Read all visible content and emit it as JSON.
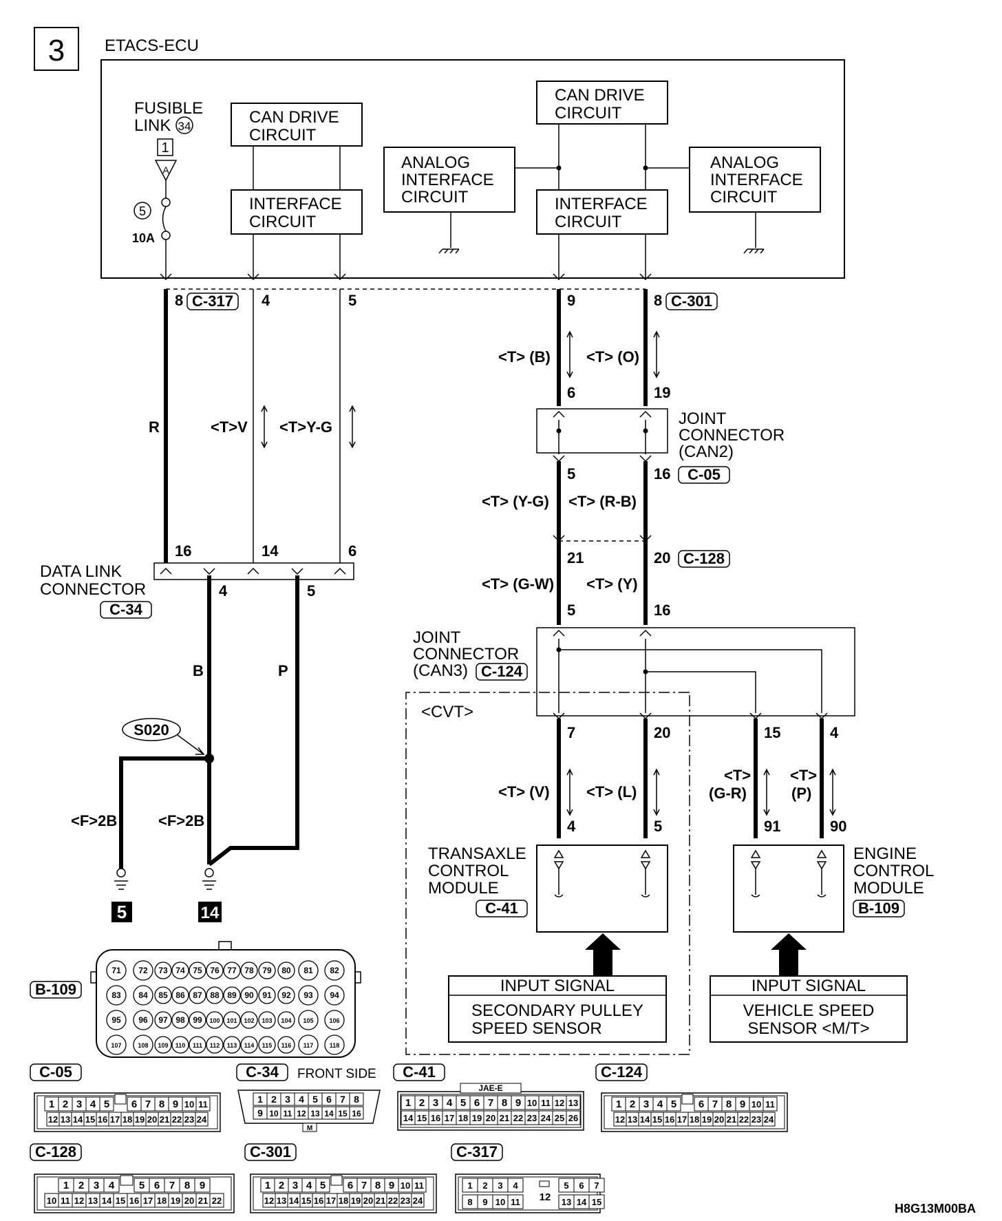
{
  "page_number": "3",
  "drawing_code": "H8G13M00BA",
  "ecu": {
    "title": "ETACS-ECU"
  },
  "fusible_link": {
    "line1": "FUSIBLE",
    "line2": "LINK",
    "number": "34",
    "box": "1",
    "fuse_no": "5",
    "rating": "10A"
  },
  "circuits": {
    "can_drive": [
      "CAN DRIVE",
      "CIRCUIT"
    ],
    "interface": [
      "INTERFACE",
      "CIRCUIT"
    ],
    "analog": [
      "ANALOG",
      "INTERFACE",
      "CIRCUIT"
    ]
  },
  "connectors": {
    "c317": "C-317",
    "c301": "C-301",
    "c05": "C-05",
    "c128": "C-128",
    "c124": "C-124",
    "c34": "C-34",
    "c41": "C-41",
    "b109": "B-109"
  },
  "pins": {
    "p8a": "8",
    "p4a": "4",
    "p5a": "5",
    "p9": "9",
    "p8b": "8",
    "p6": "6",
    "p19": "19",
    "p5b": "5",
    "p16": "16",
    "p21": "21",
    "p20": "20",
    "p5c": "5",
    "p16b": "16",
    "p16dl": "16",
    "p14dl": "14",
    "p6dl": "6",
    "p4dl": "4",
    "p5dl": "5",
    "p7": "7",
    "p20b": "20",
    "p15": "15",
    "p4b": "4",
    "p4tcm": "4",
    "p5tcm": "5",
    "p91": "91",
    "p90": "90"
  },
  "wires": {
    "r": "R",
    "tv": "<T>V",
    "tyg": "<T>Y-G",
    "tb": "<T> (B)",
    "to": "<T> (O)",
    "tyg2": "<T> (Y-G)",
    "trb": "<T> (R-B)",
    "tgw": "<T> (G-W)",
    "ty": "<T> (Y)",
    "b": "B",
    "p": "P",
    "tv2": "<T> (V)",
    "tl": "<T> (L)",
    "tgr1": "<T>",
    "tgr2": "(G-R)",
    "tp1": "<T>",
    "tp2": "(P)",
    "f2b": "<F>2B"
  },
  "joint_can2": [
    "JOINT",
    "CONNECTOR",
    "(CAN2)"
  ],
  "joint_can3": [
    "JOINT",
    "CONNECTOR",
    "(CAN3)"
  ],
  "data_link": [
    "DATA LINK",
    "CONNECTOR"
  ],
  "splice": "S020",
  "grounds": [
    "5",
    "14"
  ],
  "cvt": "<CVT>",
  "tcm": [
    "TRANSAXLE",
    "CONTROL",
    "MODULE"
  ],
  "ecm": [
    "ENGINE",
    "CONTROL",
    "MODULE"
  ],
  "input_signal": "INPUT SIGNAL",
  "sensor_left": [
    "SECONDARY PULLEY",
    "SPEED SENSOR"
  ],
  "sensor_right": [
    "VEHICLE SPEED",
    "SENSOR <M/T>"
  ],
  "front_side": "FRONT SIDE",
  "jae": "JAE-E",
  "m_mark": "M",
  "b109_pins": [
    [
      "71",
      "72",
      "73",
      "74",
      "75",
      "76",
      "77",
      "78",
      "79",
      "80",
      "81",
      "82"
    ],
    [
      "83",
      "84",
      "85",
      "86",
      "87",
      "88",
      "89",
      "90",
      "91",
      "92",
      "93",
      "94"
    ],
    [
      "95",
      "96",
      "97",
      "98",
      "99",
      "100",
      "101",
      "102",
      "103",
      "104",
      "105",
      "106"
    ],
    [
      "107",
      "108",
      "109",
      "110",
      "111",
      "112",
      "113",
      "114",
      "115",
      "116",
      "117",
      "118"
    ]
  ],
  "c05_pins": {
    "top": [
      "1",
      "2",
      "3",
      "4",
      "5",
      "",
      "6",
      "7",
      "8",
      "9",
      "10",
      "11"
    ],
    "bot": [
      "12",
      "13",
      "14",
      "15",
      "16",
      "17",
      "18",
      "19",
      "20",
      "21",
      "22",
      "23",
      "24"
    ]
  },
  "c34_pins": {
    "top": [
      "1",
      "2",
      "3",
      "4",
      "5",
      "6",
      "7",
      "8"
    ],
    "bot": [
      "9",
      "10",
      "11",
      "12",
      "13",
      "14",
      "15",
      "16"
    ]
  },
  "c41_pins": {
    "top": [
      "1",
      "2",
      "3",
      "4",
      "5",
      "6",
      "7",
      "8",
      "9",
      "10",
      "11",
      "12",
      "13"
    ],
    "bot": [
      "14",
      "15",
      "16",
      "17",
      "18",
      "19",
      "20",
      "21",
      "22",
      "23",
      "24",
      "25",
      "26"
    ]
  },
  "c124_pins": {
    "top": [
      "1",
      "2",
      "3",
      "4",
      "5",
      "",
      "6",
      "7",
      "8",
      "9",
      "10",
      "11"
    ],
    "bot": [
      "12",
      "13",
      "14",
      "15",
      "16",
      "17",
      "18",
      "19",
      "20",
      "21",
      "22",
      "23",
      "24"
    ]
  },
  "c128_pins": {
    "top": [
      "1",
      "2",
      "3",
      "4",
      "",
      "5",
      "6",
      "7",
      "8",
      "9"
    ],
    "bot": [
      "10",
      "11",
      "12",
      "13",
      "14",
      "15",
      "16",
      "17",
      "18",
      "19",
      "20",
      "21",
      "22"
    ]
  },
  "c301_pins": {
    "top": [
      "1",
      "2",
      "3",
      "4",
      "5",
      "",
      "6",
      "7",
      "8",
      "9",
      "10",
      "11"
    ],
    "bot": [
      "12",
      "13",
      "14",
      "15",
      "16",
      "17",
      "18",
      "19",
      "20",
      "21",
      "22",
      "23",
      "24"
    ]
  },
  "c317_pins": {
    "top": [
      "1",
      "2",
      "3",
      "4",
      "",
      "5",
      "6",
      "7"
    ],
    "bot": [
      "8",
      "9",
      "10",
      "11",
      "",
      "13",
      "14",
      "15"
    ],
    "center": "12"
  }
}
